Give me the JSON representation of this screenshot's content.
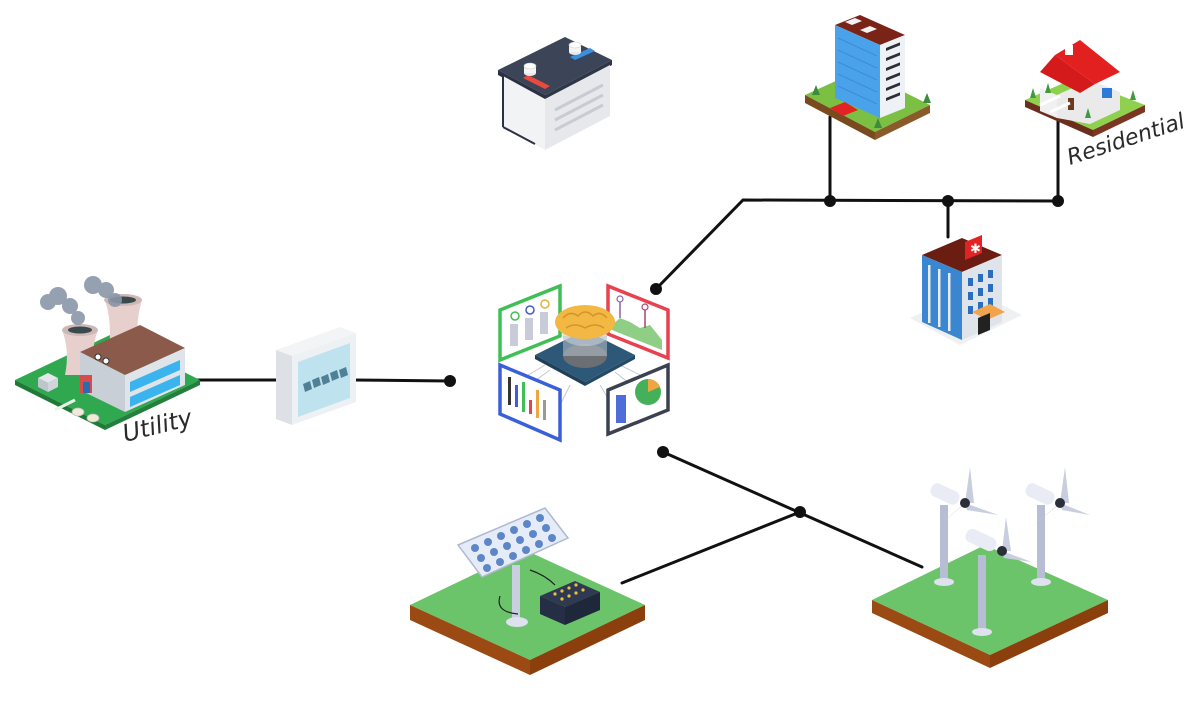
{
  "diagram": {
    "title": "Smart grid energy management",
    "nodes": {
      "utility": {
        "label": "Utility",
        "icon": "power-plant-icon"
      },
      "breaker": {
        "label": "",
        "icon": "circuit-breaker-panel-icon"
      },
      "battery": {
        "label": "",
        "icon": "battery-storage-icon"
      },
      "ai_hub": {
        "label": "",
        "icon": "ai-energy-management-icon"
      },
      "commercial": {
        "label": "",
        "icon": "office-building-icon"
      },
      "residential": {
        "label": "Residential",
        "icon": "house-icon"
      },
      "hospital": {
        "label": "",
        "icon": "hospital-icon"
      },
      "solar": {
        "label": "",
        "icon": "solar-panel-battery-icon"
      },
      "wind": {
        "label": "",
        "icon": "wind-farm-icon"
      }
    },
    "edges": [
      {
        "from": "utility",
        "to": "breaker"
      },
      {
        "from": "breaker",
        "to": "ai_hub"
      },
      {
        "from": "ai_hub",
        "to": "commercial"
      },
      {
        "from": "ai_hub",
        "to": "hospital"
      },
      {
        "from": "ai_hub",
        "to": "residential"
      },
      {
        "from": "ai_hub",
        "to": "solar"
      },
      {
        "from": "ai_hub",
        "to": "wind"
      }
    ],
    "colors": {
      "line": "#111111",
      "grass": "#6cc46a",
      "soil": "#9a4a12",
      "accent_red": "#e8232a",
      "accent_blue": "#2e8fe0"
    }
  }
}
